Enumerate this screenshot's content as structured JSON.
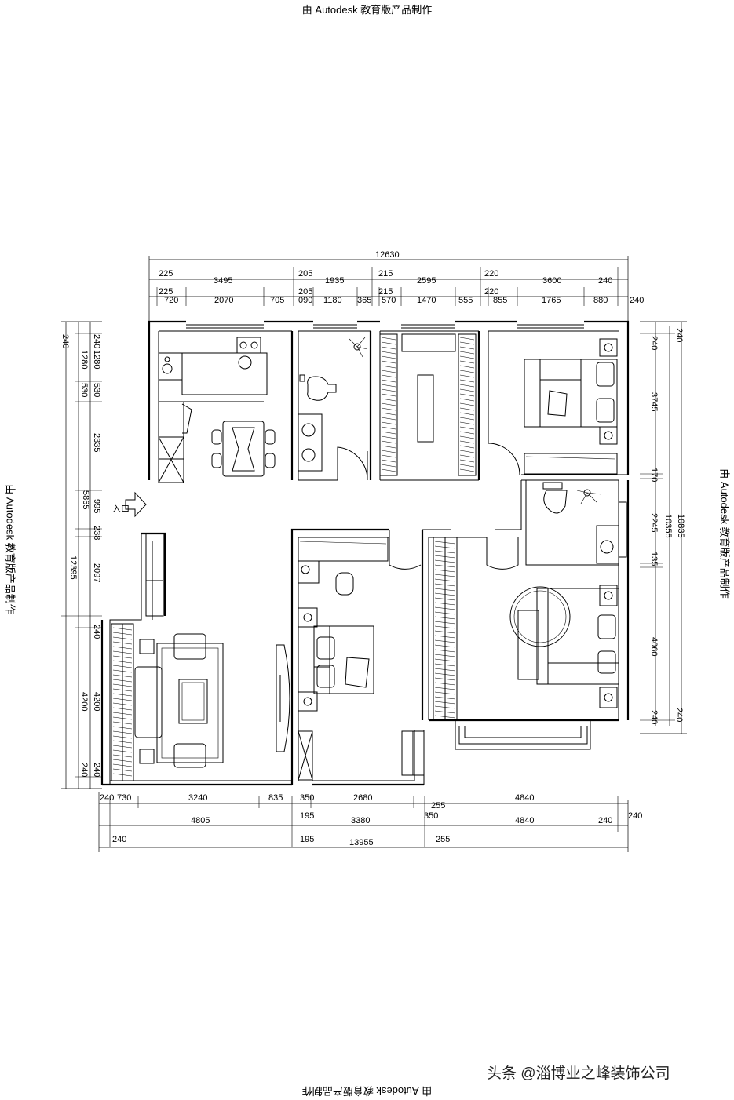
{
  "watermark": {
    "top": "由 Autodesk 教育版产品制作",
    "bottom": "由 Autodesk 教育版产品制作",
    "left": "由 Autodesk 教育版产品制作",
    "right": "由 Autodesk 教育版产品制作"
  },
  "entrance_label": "入口",
  "credit": "头条 @淄博业之峰装饰公司",
  "dims": {
    "top_total": "12630",
    "top_row1": [
      "225",
      "3495",
      "205",
      "1935",
      "215",
      "2595",
      "220",
      "3600",
      "240"
    ],
    "top_row2": [
      "225",
      "720",
      "2070",
      "705",
      "205",
      "090",
      "1180",
      "365",
      "215",
      "570",
      "1470",
      "555",
      "220",
      "855",
      "1765",
      "880",
      "240"
    ],
    "bottom_total": "13955",
    "bottom_row1": [
      "240",
      "730",
      "3240",
      "835",
      "350",
      "2680",
      "255",
      "4840",
      "240"
    ],
    "bottom_row2": [
      "4805",
      "195",
      "3380",
      "350",
      "4840",
      "240"
    ],
    "bottom_row3": [
      "240",
      "195",
      "255"
    ],
    "left_total": "12395",
    "left_mid": "5865",
    "left_inner": [
      "240",
      "1280",
      "530",
      "2335",
      "995",
      "238",
      "2097",
      "240",
      "4200",
      "240"
    ],
    "left_outer": [
      "240",
      "1280",
      "530",
      "4200",
      "240"
    ],
    "right_total": "10835",
    "right_mid": "10355",
    "right_inner": [
      "240",
      "3745",
      "170",
      "2245",
      "135",
      "4060",
      "240"
    ],
    "right_outer": [
      "240",
      "240"
    ]
  }
}
